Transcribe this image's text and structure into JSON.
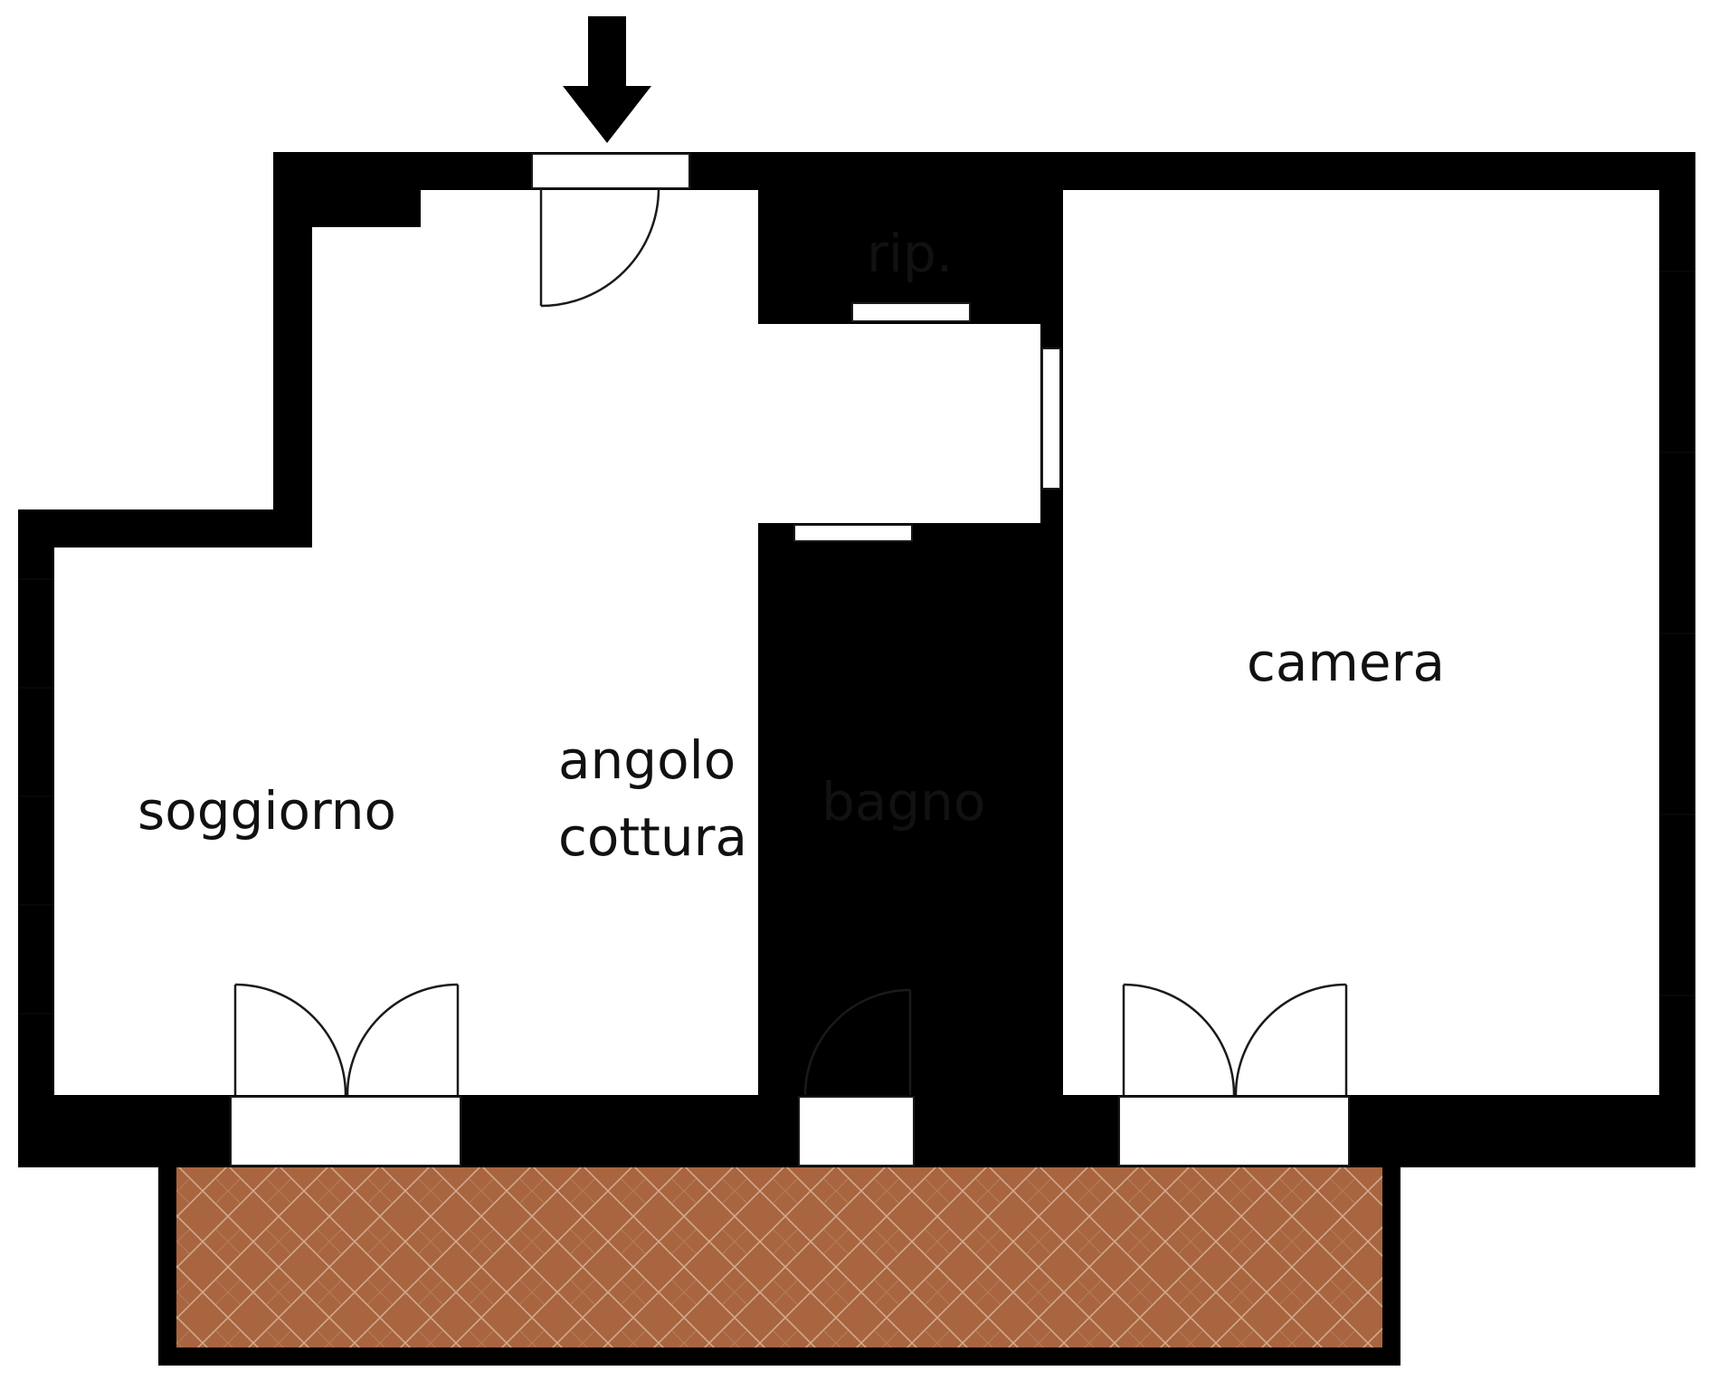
{
  "plan": {
    "entrance_icon": "down-arrow-icon",
    "colors": {
      "wall": "#000000",
      "floor": "#ffffff",
      "terrace": "#a8653f",
      "terrace_grout": "#d9b49a"
    },
    "rooms": {
      "living": "soggiorno",
      "kitchen_line1": "angolo",
      "kitchen_line2": "cottura",
      "bath": "bagno",
      "storage": "rip.",
      "bedroom": "camera"
    }
  }
}
